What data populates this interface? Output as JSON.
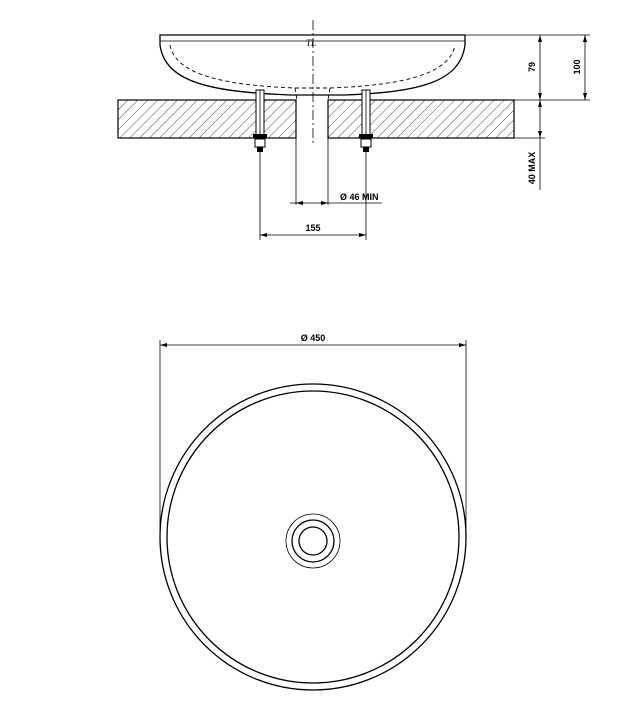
{
  "logo": "TL",
  "dimensions": {
    "bowl_height": "79",
    "total_height": "100",
    "counter_thickness": "40 MAX",
    "drain_hole": "Ø 46 MIN",
    "fixing_spacing": "155",
    "diameter": "Ø 450"
  }
}
